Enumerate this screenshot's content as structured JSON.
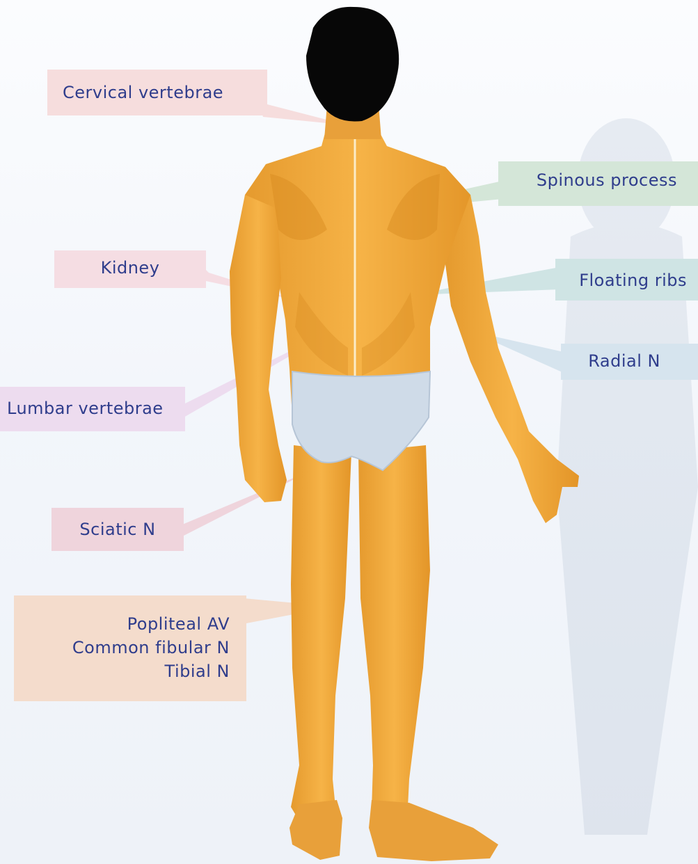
{
  "labels": {
    "cervical_vertebrae": "Cervical vertebrae",
    "kidney": "Kidney",
    "lumbar_vertebrae": "Lumbar vertebrae",
    "sciatic_n": "Sciatic N",
    "popliteal_av": "Popliteal AV",
    "common_fibular_n": "Common fibular N",
    "tibial_n": "Tibial N",
    "spinous_process": "Spinous process",
    "floating_ribs": "Floating ribs",
    "radial_n": "Radial N"
  },
  "colors": {
    "skin": "#f2a93a",
    "skin_shadow": "#d98a22",
    "hair": "#070707",
    "underwear": "#cfdbe8",
    "label_text": "#2f3d8c"
  }
}
